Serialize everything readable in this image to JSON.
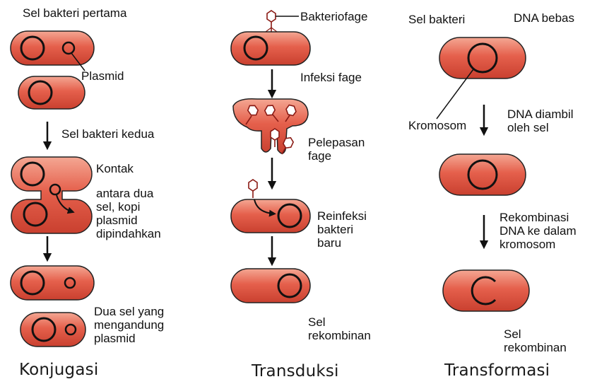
{
  "colors": {
    "cell_fill": "#e5604c",
    "cell_highlight": "#f3a08e",
    "cell_outline": "#111111",
    "dna_ring": "#111111",
    "arrow": "#111111",
    "phage_outline": "#8a1a14",
    "phage_fill": "#ffffff"
  },
  "icons": {
    "bacterium": "bacterium-icon",
    "chromosome": "chromosome-ring-icon",
    "plasmid": "plasmid-ring-icon",
    "phage": "bacteriophage-icon",
    "arrow": "down-arrow-icon"
  },
  "conjugation": {
    "title": "Konjugasi",
    "first_cell": "Sel bakteri pertama",
    "plasmid": "Plasmid",
    "second_cell": "Sel bakteri kedua",
    "contact": "Kontak",
    "transfer": "antara dua\nsel, kopi\nplasmid\ndipindahkan",
    "result": "Dua sel yang\nmengandung\nplasmid"
  },
  "transduction": {
    "title": "Transduksi",
    "phage": "Bakteriofage",
    "infection": "Infeksi fage",
    "release": "Pelepasan\nfage",
    "reinfection": "Reinfeksi\nbakteri\nbaru",
    "recombinant": "Sel\nrekombinan"
  },
  "transformation": {
    "title": "Transformasi",
    "cell": "Sel bakteri",
    "free_dna": "DNA bebas",
    "chromosome": "Kromosom",
    "uptake": "DNA diambil\noleh sel",
    "recombination": "Rekombinasi\nDNA ke dalam\nkromosom",
    "recombinant": "Sel\nrekombinan"
  }
}
